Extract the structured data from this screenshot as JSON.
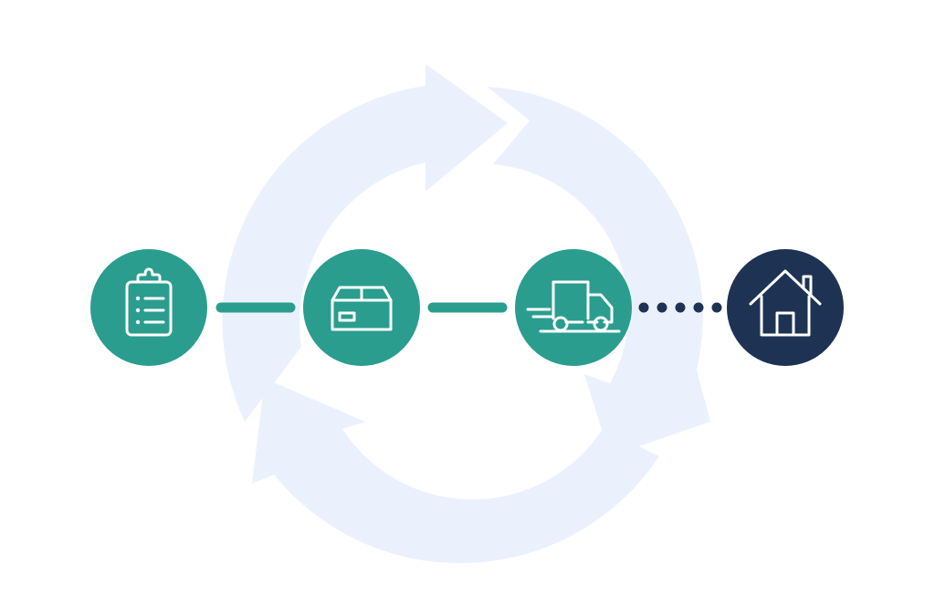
{
  "colors": {
    "background": "#ffffff",
    "cycle_arrows": "#eaf1fd",
    "step_fill": "#2a9d8f",
    "destination_fill": "#1e3354",
    "icon_stroke": "#ffffff"
  },
  "steps": [
    {
      "id": "order",
      "icon": "clipboard-icon",
      "status": "done"
    },
    {
      "id": "packing",
      "icon": "box-icon",
      "status": "done"
    },
    {
      "id": "shipping",
      "icon": "delivery-truck-icon",
      "status": "done"
    },
    {
      "id": "delivered",
      "icon": "house-icon",
      "status": "pending"
    }
  ],
  "connectors": [
    {
      "from": "order",
      "to": "packing",
      "style": "solid"
    },
    {
      "from": "packing",
      "to": "shipping",
      "style": "solid"
    },
    {
      "from": "shipping",
      "to": "delivered",
      "style": "dotted"
    }
  ],
  "background_motif": "circular-arrows-cycle-icon"
}
